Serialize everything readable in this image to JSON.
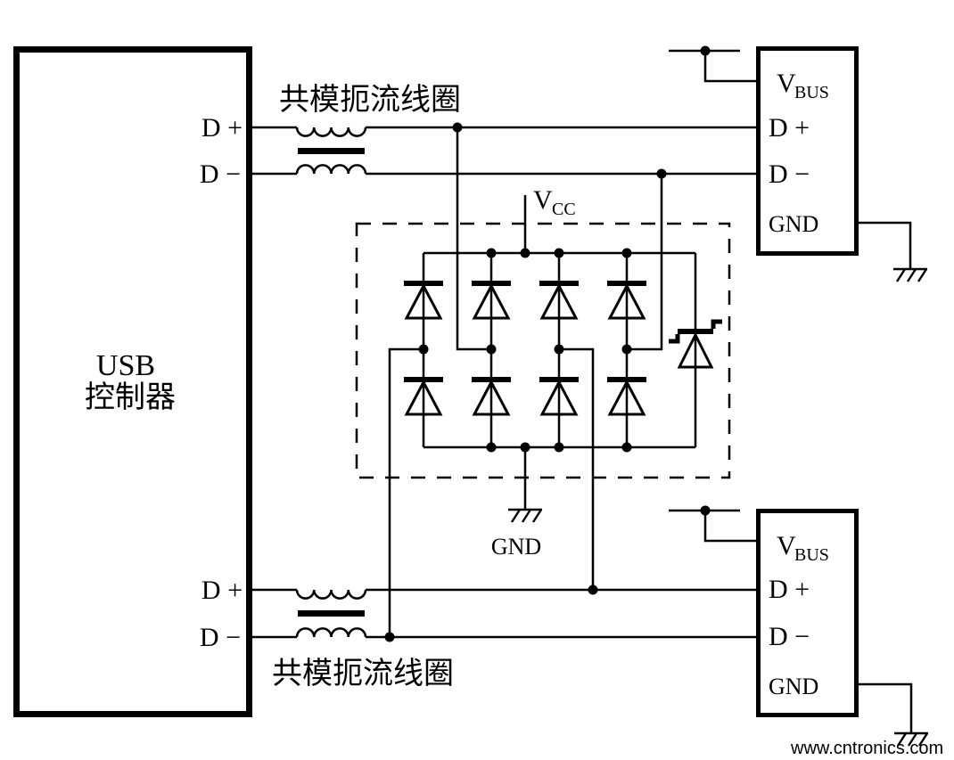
{
  "colors": {
    "line": "#000000",
    "background": "#ffffff",
    "watermark": "#a6d69c"
  },
  "usb_controller": {
    "title_line1": "USB",
    "title_line2": "控制器",
    "pin_d_plus_top": "D +",
    "pin_d_minus_top": "D −",
    "pin_d_plus_bottom": "D +",
    "pin_d_minus_bottom": "D −"
  },
  "choke_top_label": "共模扼流线圈",
  "choke_bottom_label": "共模扼流线圈",
  "esd_array": {
    "vcc_label": "V",
    "vcc_subscript": "CC",
    "gnd_label": "GND"
  },
  "connector_top": {
    "vbus_label": "V",
    "vbus_subscript": "BUS",
    "pin_d_plus": "D +",
    "pin_d_minus": "D −",
    "pin_gnd": "GND"
  },
  "connector_bottom": {
    "vbus_label": "V",
    "vbus_subscript": "BUS",
    "pin_d_plus": "D +",
    "pin_d_minus": "D −",
    "pin_gnd": "GND"
  },
  "watermark": "www.cntronics.com"
}
